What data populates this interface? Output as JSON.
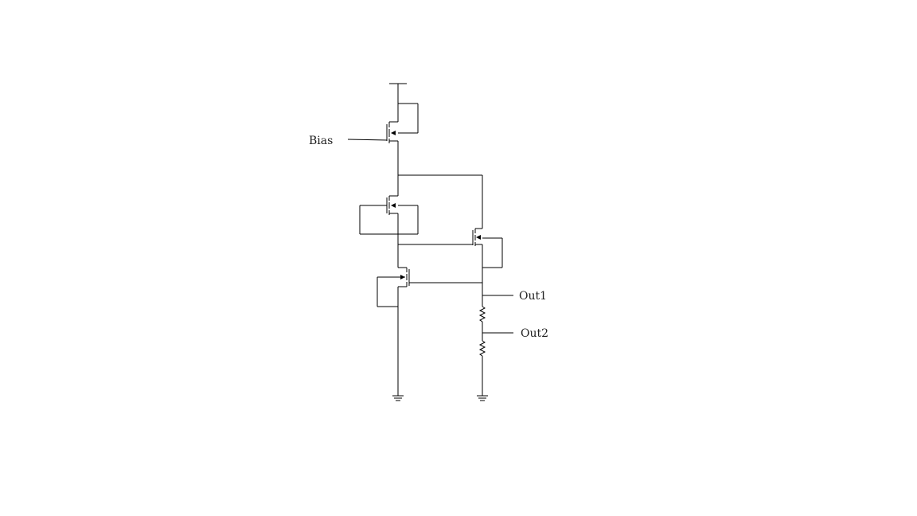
{
  "labels": {
    "bias": "Bias",
    "out1": "Out1",
    "out2": "Out2"
  },
  "colors": {
    "line": "#000000",
    "background": "#ffffff"
  }
}
